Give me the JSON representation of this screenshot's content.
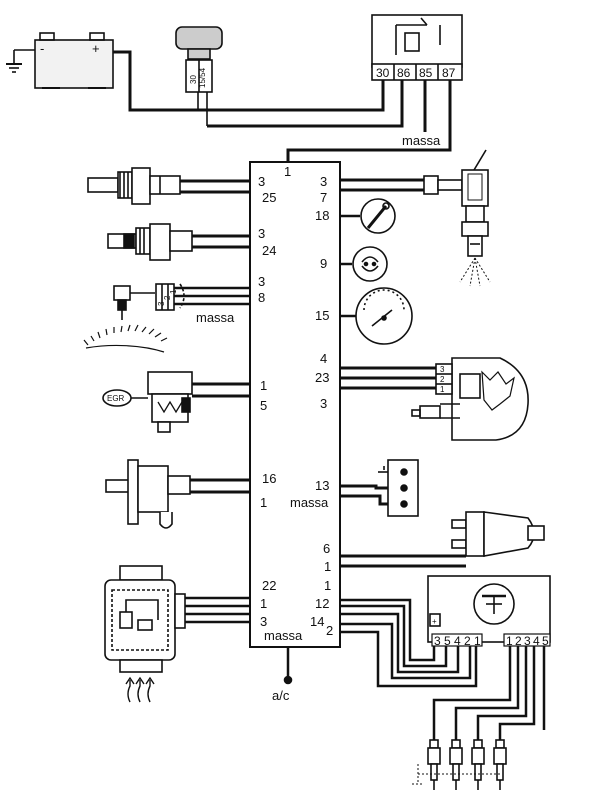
{
  "battery": {
    "minus": "-",
    "plus": "+"
  },
  "ignition_switch": {
    "terminal_a": "15/54",
    "terminal_b": "30"
  },
  "relay": {
    "pins": [
      "30",
      "86",
      "85",
      "87"
    ]
  },
  "ground_label_relay": "massa",
  "ecu_pin_power": "1",
  "ecu_left_pins": {
    "coolant_temp": [
      "3",
      "25"
    ],
    "air_temp": [
      "3",
      "24"
    ],
    "speed_sensor": [
      "3",
      "8"
    ],
    "egr_valve": [
      "1",
      "5"
    ],
    "stop_solenoid": [
      "16",
      "1"
    ],
    "airflow_meter": [
      "22",
      "1",
      "3"
    ]
  },
  "ecu_right_pins": {
    "injector": [
      "3",
      "7"
    ],
    "temp_gauge": "18",
    "warning_lamp": "9",
    "tachometer": "15",
    "pump_actuator": [
      "4",
      "23",
      "3"
    ],
    "connector": [
      "13",
      "massa"
    ],
    "vacuum_valve": [
      "6",
      "1"
    ],
    "glow_relay": [
      "1",
      "12",
      "14",
      "2"
    ]
  },
  "speed_connector_pins": [
    "3",
    "2",
    "1"
  ],
  "speed_ground_label": "massa",
  "egr_label": "EGR",
  "airflow_ground_label": "massa",
  "ac_label": "a/c",
  "pump_connector_pins": [
    "3",
    "2",
    "1"
  ],
  "glow_relay_plus": "+",
  "glow_relay_left_pins": [
    "3",
    "5",
    "4",
    "2",
    "1"
  ],
  "glow_relay_right_pins": [
    "1",
    "2",
    "3",
    "4",
    "5"
  ]
}
